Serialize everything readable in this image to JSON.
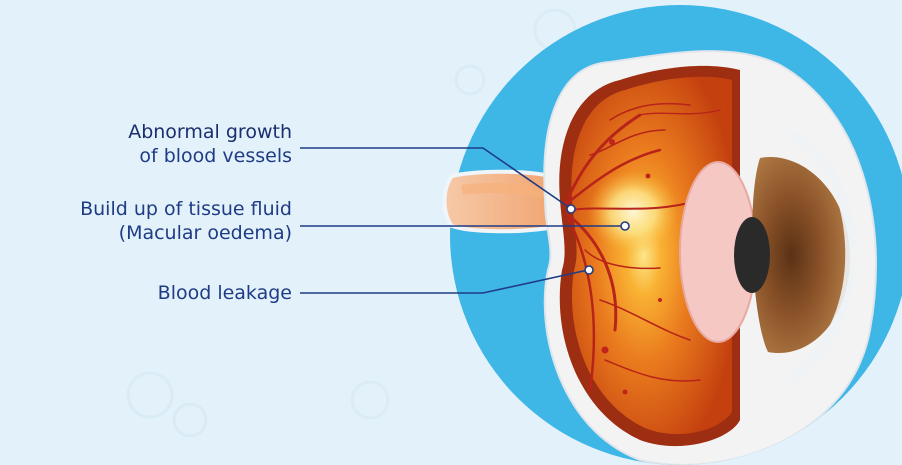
{
  "labels": {
    "abnormal_growth": {
      "line1": "Abnormal growth",
      "line2": "of blood vessels"
    },
    "tissue_fluid": {
      "line1": "Build up of tissue fluid",
      "line2": "(Macular oedema)"
    },
    "blood_leakage": {
      "line1": "Blood leakage"
    }
  },
  "colors": {
    "background": "#e3f1fa",
    "circle": "#3eb6e6",
    "label_text": "#1e3c85",
    "leader_line": "#1e3c85",
    "retina": "#e06b1d",
    "vessels": "#b8231a",
    "iris": "#8a5228",
    "pupil": "#2a2a2a",
    "lens": "#f6c8c3",
    "sclera": "#f3f3f3"
  },
  "icons": [
    "eye-cross-section-illustration"
  ]
}
